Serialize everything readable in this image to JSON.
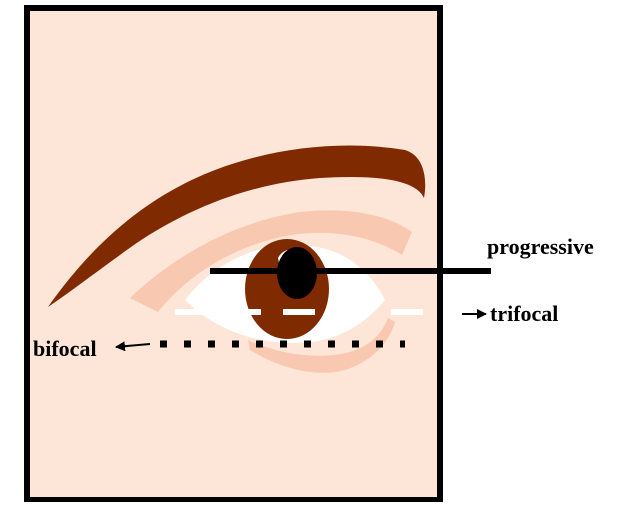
{
  "labels": {
    "progressive": "progressive",
    "trifocal": "trifocal",
    "bifocal": "bifocal"
  },
  "colors": {
    "background": "#ffffff",
    "skin": "#fde5d7",
    "frame": "#000000",
    "brow": "#7f2a00",
    "lid_crease": "#f8c8b0",
    "iris": "#7f2a00",
    "pupil": "#000000",
    "sclera": "#ffffff",
    "lines": "#000000",
    "trifocal_dash": "#ffffff"
  },
  "icons": {
    "eye": "eye-illustration",
    "eyebrow": "eyebrow-shape",
    "arrow_right": "arrow-right-icon",
    "arrow_left": "arrow-left-icon"
  }
}
